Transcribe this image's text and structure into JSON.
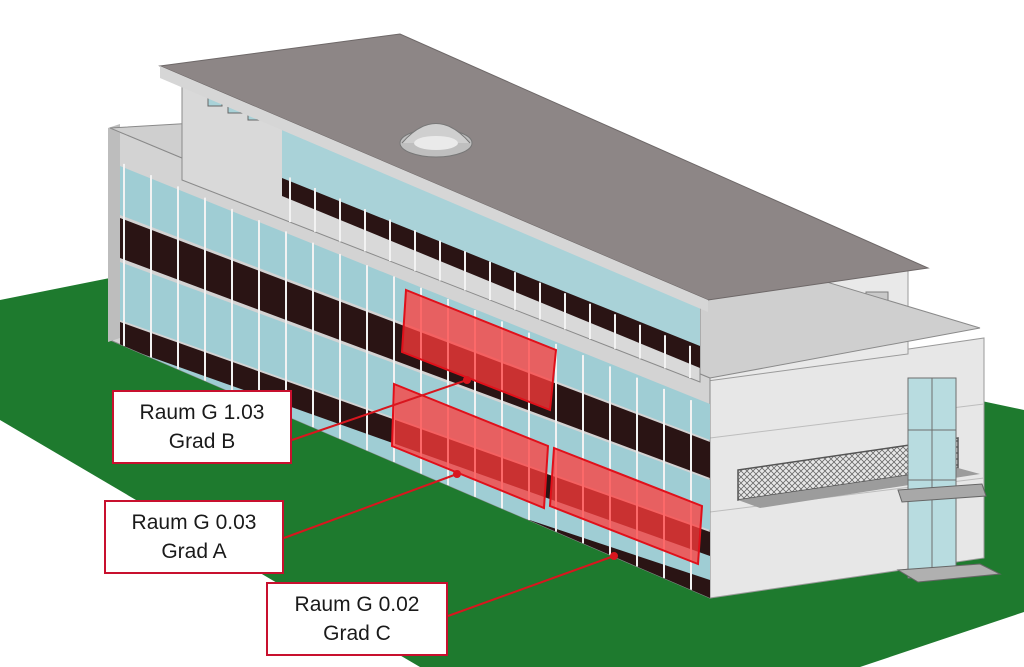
{
  "colors": {
    "ground": "#1e7a2e",
    "roof": "#8d8686",
    "wall": "#d8d8d8",
    "band": "#2a1414",
    "glass": "#8cc6cf",
    "highlight": "#ff3b3b",
    "leader": "#d8161e"
  },
  "labels": [
    {
      "room": "Raum G 1.03",
      "grade": "Grad B"
    },
    {
      "room": "Raum G 0.03",
      "grade": "Grad A"
    },
    {
      "room": "Raum G 0.02",
      "grade": "Grad C"
    }
  ]
}
